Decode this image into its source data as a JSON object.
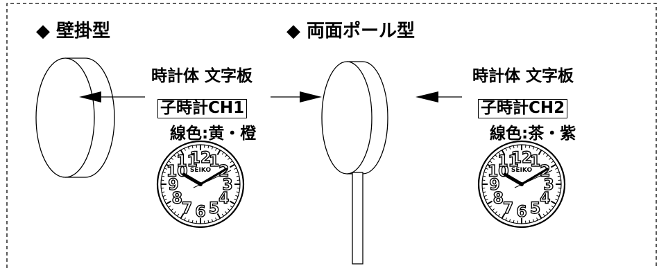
{
  "headings": {
    "wall": "◆ 壁掛型",
    "pole": "◆ 両面ポール型"
  },
  "left": {
    "parts": "時計体 文字板",
    "channel": "子時計CH1",
    "wire": "線色:黄・橙"
  },
  "right": {
    "parts": "時計体 文字板",
    "channel": "子時計CH2",
    "wire": "線色:茶・紫"
  },
  "clock": {
    "brand": "SEIKO",
    "numerals": [
      "12",
      "1",
      "2",
      "3",
      "4",
      "5",
      "6",
      "7",
      "8",
      "9",
      "10",
      "11"
    ]
  }
}
